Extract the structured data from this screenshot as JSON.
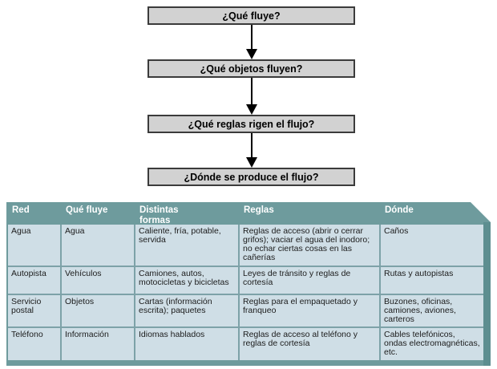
{
  "flowchart": {
    "boxes": [
      "¿Qué fluye?",
      "¿Qué objetos fluyen?",
      "¿Qué reglas rigen el flujo?",
      "¿Dónde se produce el flujo?"
    ]
  },
  "table": {
    "headers": [
      "Red",
      "Qué fluye",
      "Distintas\nformas",
      "Reglas",
      "Dónde"
    ],
    "rows": [
      {
        "cells": [
          "Agua",
          "Agua",
          "Caliente, fría, potable, servida",
          "Reglas de acceso (abrir o cerrar grifos); vaciar el agua del inodoro; no echar ciertas cosas en las cañerías",
          "Caños"
        ]
      },
      {
        "cells": [
          "Autopista",
          "Vehículos",
          "Camiones, autos, motocicletas y bicicletas",
          "Leyes de tránsito y reglas de cortesía",
          "Rutas y autopistas"
        ]
      },
      {
        "cells": [
          "Servicio postal",
          "Objetos",
          "Cartas (información escrita); paquetes",
          "Reglas para el empaquetado y franqueo",
          "Buzones, oficinas, camiones, aviones, carteros"
        ]
      },
      {
        "cells": [
          "Teléfono",
          "Información",
          "Idiomas hablados",
          "Reglas de acceso al teléfono y reglas de cortesía",
          "Cables telefónicos, ondas electromagnéticas, etc."
        ]
      }
    ]
  },
  "colors": {
    "header_bg": "#6e9b9d",
    "header_side_band": "#5d8e90",
    "cell_bg": "#cfdee6",
    "grid_border": "#7da2a8",
    "box_fill": "#d2d2d2",
    "box_border": "#3b3b3b"
  }
}
